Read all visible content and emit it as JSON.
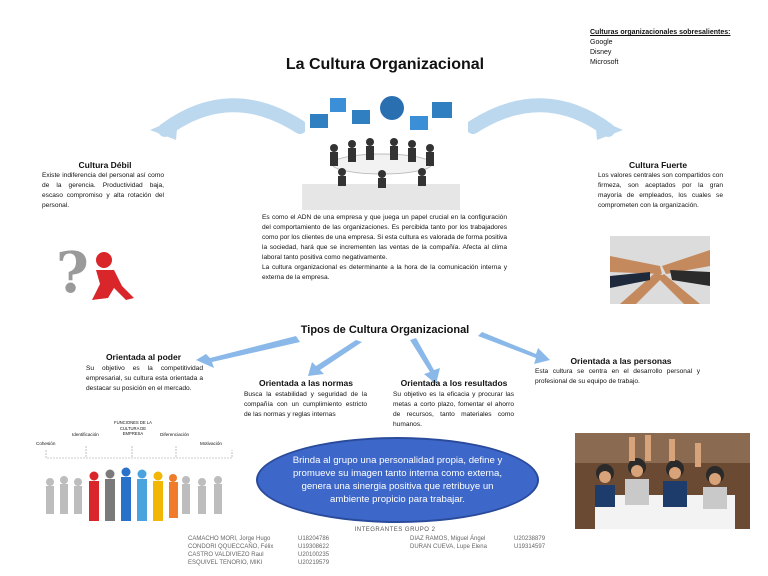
{
  "title": "La Cultura Organizacional",
  "outstanding": {
    "heading": "Culturas organizacionales sobresalientes:",
    "items": [
      "Google",
      "Disney",
      "Microsoft"
    ]
  },
  "weak": {
    "heading": "Cultura Débil",
    "text": "Existe indiferencia del personal así como de la gerencia. Productividad baja, escaso compromiso y alta rotación del personal."
  },
  "strong": {
    "heading": "Cultura Fuerte",
    "text": "Los valores centrales son compartidos con firmeza, son aceptados por la gran mayoría de empleados, los cuales se comprometen con la organización."
  },
  "center_text": {
    "p1": "Es como el ADN de una empresa y que juega un papel crucial en la configuración del comportamiento de las organizaciones. Es percibida tanto por los trabajadores como por los clientes de una empresa. Si esta cultura es valorada de forma positiva la sociedad, hará que se incrementen las ventas de la compañía. Afecta al clima laboral tanto positiva como negativamente.",
    "p2": "La cultura organizacional es determinante a la hora de la comunicación interna y externa de la empresa."
  },
  "types_heading": "Tipos de Cultura Organizacional",
  "power": {
    "heading": "Orientada al poder",
    "text": "Su objetivo es la competitividad empresarial, su cultura esta orientada a destacar su posición en el mercado."
  },
  "rules": {
    "heading": "Orientada a las normas",
    "text": "Busca la estabilidad y seguridad de la compañía con un cumplimiento estricto de las normas y reglas internas"
  },
  "results": {
    "heading": "Orientada a los resultados",
    "text": "Su objetivo es la eficacia y procurar las metas a corto plazo, fomentar el ahorro de recursos, tanto materiales como humanos."
  },
  "people": {
    "heading": "Orientada a las personas",
    "text": "Esta cultura se centra en el desarrollo personal y profesional de su equipo de trabajo."
  },
  "diagram_labels": {
    "cohesion": "Cohesión",
    "identification": "Identificación",
    "functions": "FUNCIONES DE LA CULTURA DE EMPRESA",
    "differentiation": "Diferenciación",
    "motivation": "Motivación"
  },
  "summary": "Brinda al grupo una personalidad propia, define y promueve su imagen tanto interna como externa, genera una sinergia positiva que retribuye un ambiente propicio para trabajar.",
  "members_heading": "INTEGRANTES  GRUPO  2",
  "members_left": [
    {
      "name": "CAMACHO  MORI, Jorge Hugo",
      "code": "U18204786"
    },
    {
      "name": "CONDORI QQUECCAÑO,  Félix",
      "code": "U19308622"
    },
    {
      "name": "CASTRO VALDIVIEZO  Raul",
      "code": "U20100235"
    },
    {
      "name": "ESQUIVEL TENORIO, MIKI",
      "code": "U20219579"
    }
  ],
  "members_right": [
    {
      "name": "DIAZ RAMOS,  Miguel Ángel",
      "code": "U20238879"
    },
    {
      "name": "DURAN CUEVA,  Lupe Elena",
      "code": "U19314597"
    }
  ],
  "colors": {
    "accent_blue": "#3d67c9",
    "arrow_blue": "#8ab8e8",
    "red_figure": "#d8262a"
  }
}
